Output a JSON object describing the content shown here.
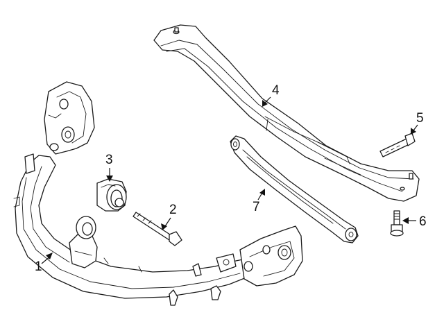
{
  "diagram": {
    "callouts": [
      {
        "id": "1",
        "label": "1",
        "part": "crossmember-assembly"
      },
      {
        "id": "2",
        "label": "2",
        "part": "bolt"
      },
      {
        "id": "3",
        "label": "3",
        "part": "bushing"
      },
      {
        "id": "4",
        "label": "4",
        "part": "upper-beam"
      },
      {
        "id": "5",
        "label": "5",
        "part": "bolt"
      },
      {
        "id": "6",
        "label": "6",
        "part": "stud"
      },
      {
        "id": "7",
        "label": "7",
        "part": "lower-arm"
      }
    ],
    "stroke_color": "#1a1a1a",
    "background_color": "#ffffff"
  }
}
